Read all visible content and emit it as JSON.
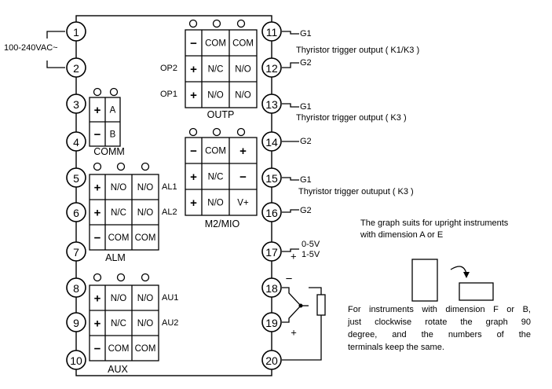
{
  "terminals": [
    "1",
    "2",
    "3",
    "4",
    "5",
    "6",
    "7",
    "8",
    "9",
    "10",
    "11",
    "12",
    "13",
    "14",
    "15",
    "16",
    "17",
    "18",
    "19",
    "20"
  ],
  "power_label": "100-240VAC~",
  "comm": {
    "title": "COMM",
    "cells": [
      "+",
      "A",
      "−",
      "B"
    ]
  },
  "alm": {
    "title": "ALM",
    "cells": [
      "+",
      "N/O",
      "N/O",
      "+",
      "N/C",
      "N/O",
      "−",
      "COM",
      "COM"
    ],
    "side_labels": [
      "AL1",
      "AL2"
    ]
  },
  "aux": {
    "title": "AUX",
    "cells": [
      "+",
      "N/O",
      "N/O",
      "+",
      "N/C",
      "N/O",
      "−",
      "COM",
      "COM"
    ],
    "side_labels": [
      "AU1",
      "AU2"
    ]
  },
  "outp": {
    "title": "OUTP",
    "cells": [
      "−",
      "COM",
      "COM",
      "+",
      "N/C",
      "N/O",
      "+",
      "N/O",
      "N/O"
    ],
    "side_labels": [
      "OP2",
      "OP1"
    ]
  },
  "m2mio": {
    "title": "M2/MIO",
    "cells": [
      "−",
      "COM",
      "+",
      "+",
      "N/C",
      "−",
      "+",
      "N/O",
      "V+"
    ]
  },
  "right_labels": {
    "g1_11": "G1",
    "g2_12": "G2",
    "k1k3": "Thyristor trigger output ( K1/K3 )",
    "g1_13": "G1",
    "k3_a": "Thyristor trigger output ( K3 )",
    "g2_14": "G2",
    "g1_15": "G1",
    "k3_b": "Thyristor trigger outuput ( K3 )",
    "g2_16": "G2",
    "v05": "0-5V",
    "v15": "1-5V",
    "plus17": "+",
    "minus18": "−",
    "plus19": "+"
  },
  "graph_note": [
    "The graph suits for upright instruments",
    "with dimension A or E"
  ],
  "rotate_note": [
    [
      "For",
      "instruments",
      "with",
      "dimension",
      "F",
      "or",
      "B,"
    ],
    [
      "just",
      "clockwise",
      "rotate",
      "the",
      "graph",
      "90"
    ],
    [
      "degree,",
      "and",
      "the",
      "numbers",
      "of",
      "the"
    ],
    [
      "terminals keep the same."
    ]
  ],
  "colors": {
    "line": "#000000",
    "background": "#ffffff"
  }
}
